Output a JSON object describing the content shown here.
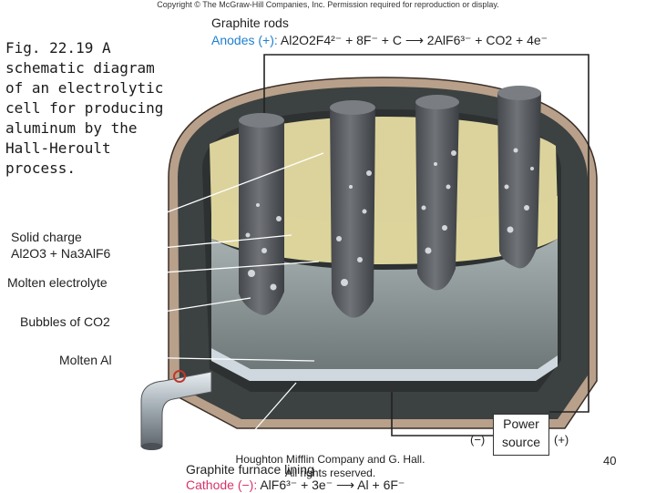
{
  "copyright": "Copyright © The McGraw-Hill Companies, Inc. Permission required for reproduction or display.",
  "caption": "Fig. 22.19 A schematic diagram of an electrolytic cell for producing aluminum by the Hall-Heroult process.",
  "labels": {
    "graphite_rods": "Graphite rods",
    "anodes_prefix": "Anodes (+):",
    "anode_reaction": "Al2O2F4²⁻ + 8F⁻ + C ⟶ 2AlF6³⁻ + CO2 + 4e⁻",
    "solid_charge": "Solid charge",
    "solid_charge_formula": "Al2O3 + Na3AlF6",
    "molten_electrolyte": "Molten electrolyte",
    "bubbles": "Bubbles of CO2",
    "molten_al": "Molten Al",
    "furnace_lining": "Graphite furnace lining",
    "cathode_prefix": "Cathode (−):",
    "cathode_reaction": "AlF6³⁻ + 3e⁻ ⟶ Al + 6F⁻",
    "power_line1": "Power",
    "power_line2": "source",
    "minus": "(−)",
    "plus": "(+)"
  },
  "footer": "Houghton Mifflin Company and G. Hall. All rights reserved.",
  "page_number": "40",
  "colors": {
    "anode_label": "#1e7fcf",
    "cathode_label": "#d6336c",
    "lining": "#3c4141",
    "shell": "#b8a08a",
    "solid_charge": "#efe6a8",
    "electrolyte": "#8e9798",
    "molten_al": "#cfd8de",
    "rods": "#5a5d62"
  }
}
